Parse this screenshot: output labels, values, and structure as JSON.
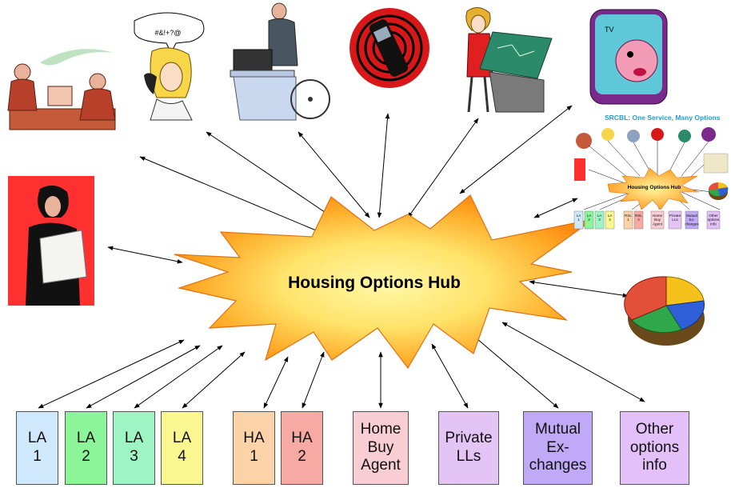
{
  "hub": {
    "label": "Housing Options Hub"
  },
  "boxes": [
    {
      "label": "LA\n1",
      "color": "#cfe8fb"
    },
    {
      "label": "LA\n2",
      "color": "#8cf59a"
    },
    {
      "label": "LA\n3",
      "color": "#9ef5c3"
    },
    {
      "label": "LA\n4",
      "color": "#fbf790"
    },
    {
      "label": "HA\n1",
      "color": "#fcd2a8"
    },
    {
      "label": "HA\n2",
      "color": "#f7a9a4"
    },
    {
      "label": "Home\nBuy\nAgent",
      "color": "#f9cdd4"
    },
    {
      "label": "Private\nLLs",
      "color": "#e4c3f5"
    },
    {
      "label": "Mutual\nEx-\nchanges",
      "color": "#c0a9f6"
    },
    {
      "label": "Other\noptions\ninfo",
      "color": "#e3c0f7"
    }
  ],
  "thumbnail": {
    "title": "SRCBL: One Service, Many Options",
    "hub_label": "Housing Options Hub",
    "boxes": [
      "LA\n1",
      "LA\n2",
      "LA\n3",
      "LA\n4",
      "RSL\n1",
      "RSL\n2",
      "Home\nBuy\nAgent",
      "Private\nLLs",
      "Mutual\nEx-\nchanges",
      "Other\noptions\ninfo"
    ]
  },
  "clipart": [
    {
      "name": "meeting-clipart",
      "icon": "two-people-at-desk"
    },
    {
      "name": "phone-call-clipart",
      "icon": "woman-on-phone"
    },
    {
      "name": "wheelchair-user-clipart",
      "icon": "man-at-laptop-in-wheelchair"
    },
    {
      "name": "mobile-phone-clipart",
      "icon": "mobile-phone"
    },
    {
      "name": "touchscreen-kiosk-clipart",
      "icon": "woman-at-touchscreen"
    },
    {
      "name": "tv-screen-clipart",
      "icon": "face-on-tv"
    },
    {
      "name": "reading-leaflet-clipart",
      "icon": "woman-reading-leaflet"
    },
    {
      "name": "pie-chart-clipart",
      "icon": "3d-pie-chart"
    }
  ]
}
